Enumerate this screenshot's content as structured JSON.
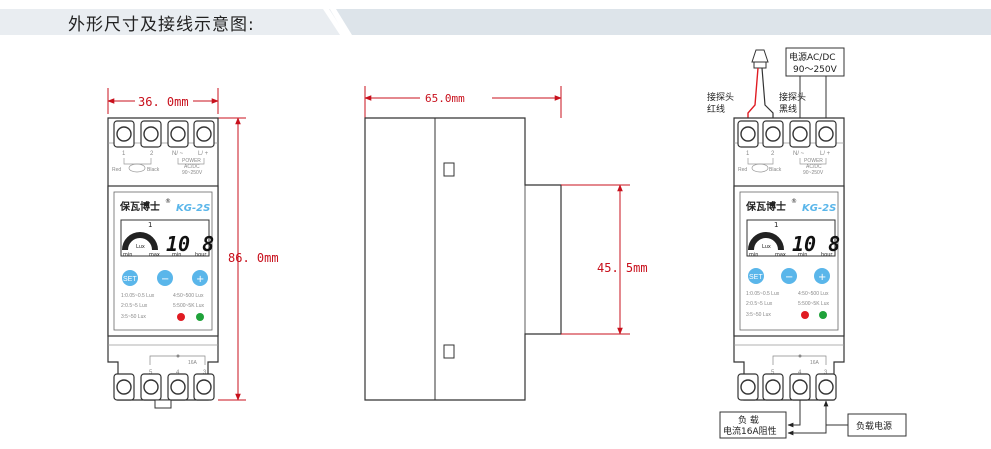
{
  "header": {
    "title": "外形尺寸及接线示意图:"
  },
  "dimensions": {
    "front_width": "36. 0mm",
    "front_height": "86. 0mm",
    "side_width": "65.0mm",
    "side_height": "45. 5mm"
  },
  "device": {
    "brand": "保瓦博士",
    "reg_mark": "®",
    "model": "KG-2S",
    "terminal_top_1": "1",
    "terminal_top_2": "2",
    "terminal_top_n": "N/ ~",
    "terminal_top_l": "L/ +",
    "probe_red": "Red",
    "probe_black": "Black",
    "power_label": "POWER",
    "power_type": "AC/DC",
    "power_range": "90~250V",
    "lcd_mode": "1",
    "lcd_lux": "Lux",
    "lcd_min": "min",
    "lcd_max": "max",
    "lcd_min2": "min",
    "lcd_hour": "hour",
    "lcd_digits": "10 8",
    "btn_set": "SET",
    "btn_minus": "−",
    "btn_plus": "+",
    "range_1": "1:0.05~0.5 Lux",
    "range_2": "2:0.5~5 Lux",
    "range_3": "3:5~50 Lux",
    "range_4": "4:50~500 Lux",
    "range_5": "5:500~5K Lux",
    "relay_amp": "16A",
    "terminal_bot_5": "5",
    "terminal_bot_4": "4",
    "terminal_bot_3": "3"
  },
  "wiring": {
    "supply_label_1": "电源AC/DC",
    "supply_label_2": "90～250V",
    "probe_red_1": "接探头",
    "probe_red_2": "红线",
    "probe_black_1": "接探头",
    "probe_black_2": "黑线",
    "load_label_1": "负  载",
    "load_label_2": "电流16A阻性",
    "load_supply": "负载电源"
  },
  "colors": {
    "dimension": "#c8101c",
    "banner": "#dde4ea",
    "led_red": "#e01b22",
    "led_green": "#1fa23a",
    "button": "#5ab6ea"
  }
}
